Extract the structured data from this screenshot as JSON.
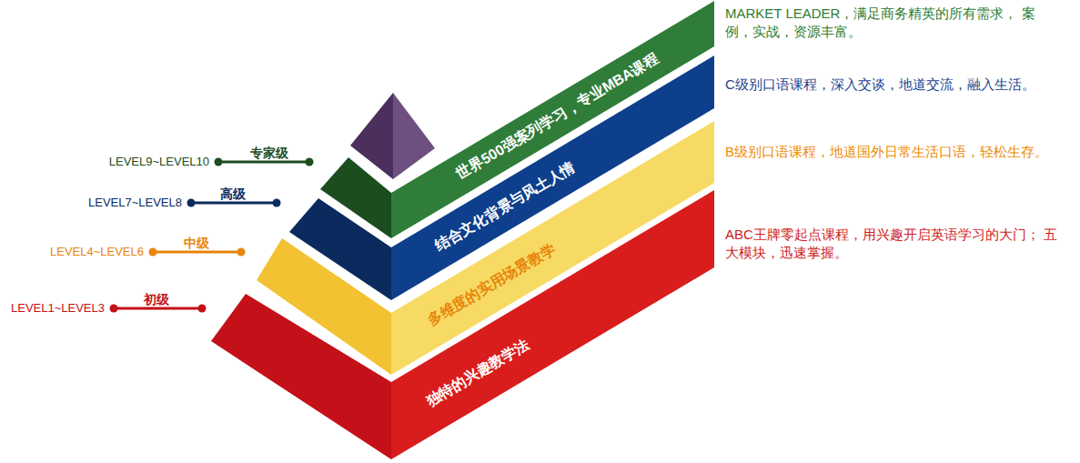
{
  "diagram": {
    "nodes": [
      {
        "text": [
          "世界500强案列学习，专业MBA课程"
        ]
      },
      {
        "text": [
          "结合文化背景与风土人情"
        ]
      },
      {
        "text": [
          "多维度的实用场景教学"
        ]
      },
      {
        "text": [
          "独特的兴趣教学法"
        ]
      }
    ],
    "labels": [
      "专家级",
      "LEVEL9~LEVEL10",
      "高级",
      "LEVEL7~LEVEL8",
      "中级",
      "LEVEL4~LEVEL6",
      "初级",
      "LEVEL1~LEVEL3",
      "MARKET LEADER，满足商务精英的所有需求， 案例，实战，资源丰富。",
      "C级别口语课程，深入交谈，地道交流，融入生活。",
      "B级别口语课程，地道国外日常生活口语，轻松生存。",
      "ABC王牌零起点课程，用兴趣开启英语学习的大门； 五大模块，迅速掌握。"
    ]
  }
}
